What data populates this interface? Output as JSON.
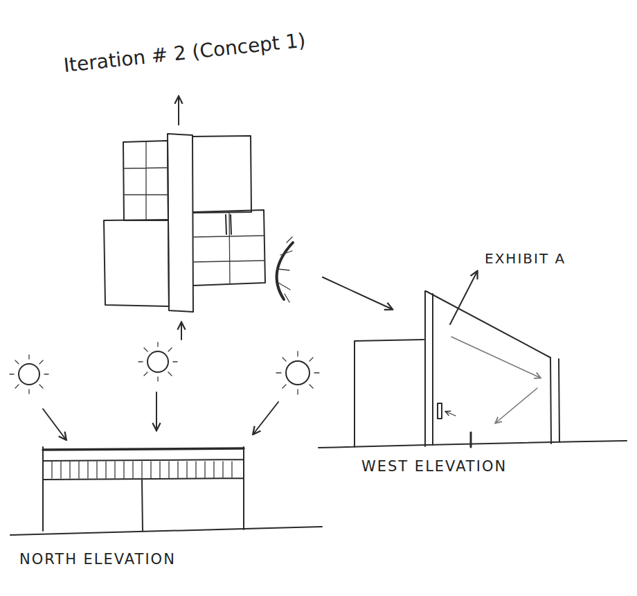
{
  "diagram": {
    "title": "Iteration # 2 (Concept 1)",
    "labels": [
      "EXHIBIT A",
      "WEST ELEVATION",
      "NORTH ELEVATION"
    ]
  }
}
